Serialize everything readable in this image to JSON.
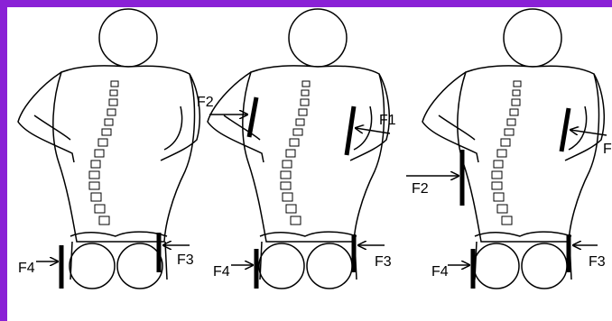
{
  "figure": {
    "colors": {
      "border": "#8a21d6",
      "background": "#ffffff",
      "ink": "#000000"
    },
    "panels": [
      {
        "id": "panel-1",
        "labels": {
          "F3": "F3",
          "F4": "F4"
        }
      },
      {
        "id": "panel-2",
        "labels": {
          "F1": "F1",
          "F2": "F2",
          "F3": "F3",
          "F4": "F4"
        }
      },
      {
        "id": "panel-3",
        "labels": {
          "F1": "F",
          "F2": "F2",
          "F3": "F3",
          "F4": "F4"
        }
      }
    ]
  }
}
